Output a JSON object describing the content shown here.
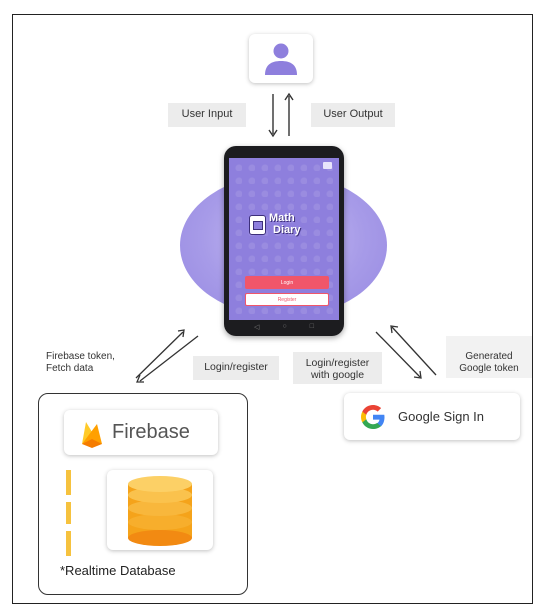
{
  "user_flow": {
    "input_label": "User Input",
    "output_label": "User Output"
  },
  "phone": {
    "app_name_line1": "Math",
    "app_name_line2": "Diary",
    "login_button": "Login",
    "register_button": "Register"
  },
  "left_flow": {
    "note": "Firebase token,\nFetch data",
    "label": "Login/register"
  },
  "right_flow": {
    "label": "Login/register\nwith google",
    "note": "Generated\nGoogle token"
  },
  "firebase": {
    "name": "Firebase",
    "database_caption": "*Realtime Database"
  },
  "google": {
    "name": "Google Sign In"
  },
  "colors": {
    "purple": "#8e7fdd",
    "blob": "#a79be8",
    "login_red": "#f0566a",
    "firebase_orange": "#f6a623",
    "db_orange": "#f5a31a",
    "label_bg": "#ececec"
  },
  "icons": [
    "user-icon",
    "firebase-flame-icon",
    "database-icon",
    "google-g-icon"
  ]
}
